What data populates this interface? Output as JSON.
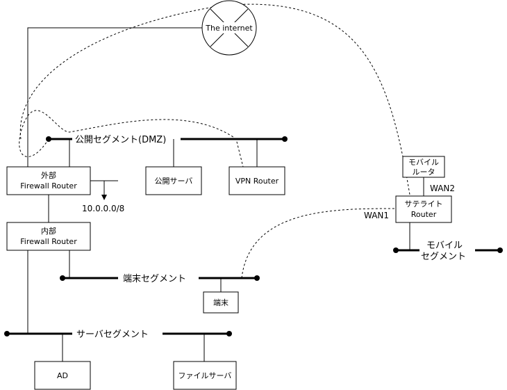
{
  "internet": {
    "label": "The internet"
  },
  "segments": {
    "dmz": "公開セグメント(DMZ)",
    "terminal": "端末セグメント",
    "server": "サーバセグメント",
    "mobile_line1": "モバイル",
    "mobile_line2": "セグメント"
  },
  "nodes": {
    "outer_fw_line1": "外部",
    "outer_fw_line2": "Firewall Router",
    "inner_fw_line1": "内部",
    "inner_fw_line2": "Firewall Router",
    "public_server": "公開サーバ",
    "vpn_router": "VPN Router",
    "terminal": "端末",
    "ad": "AD",
    "file_server": "ファイルサーバ",
    "mobile_router_line1": "モバイル",
    "mobile_router_line2": "ルータ",
    "satellite_line1": "サテライト",
    "satellite_line2": "Router"
  },
  "labels": {
    "route": "10.0.0.0/8",
    "wan1": "WAN1",
    "wan2": "WAN2"
  }
}
